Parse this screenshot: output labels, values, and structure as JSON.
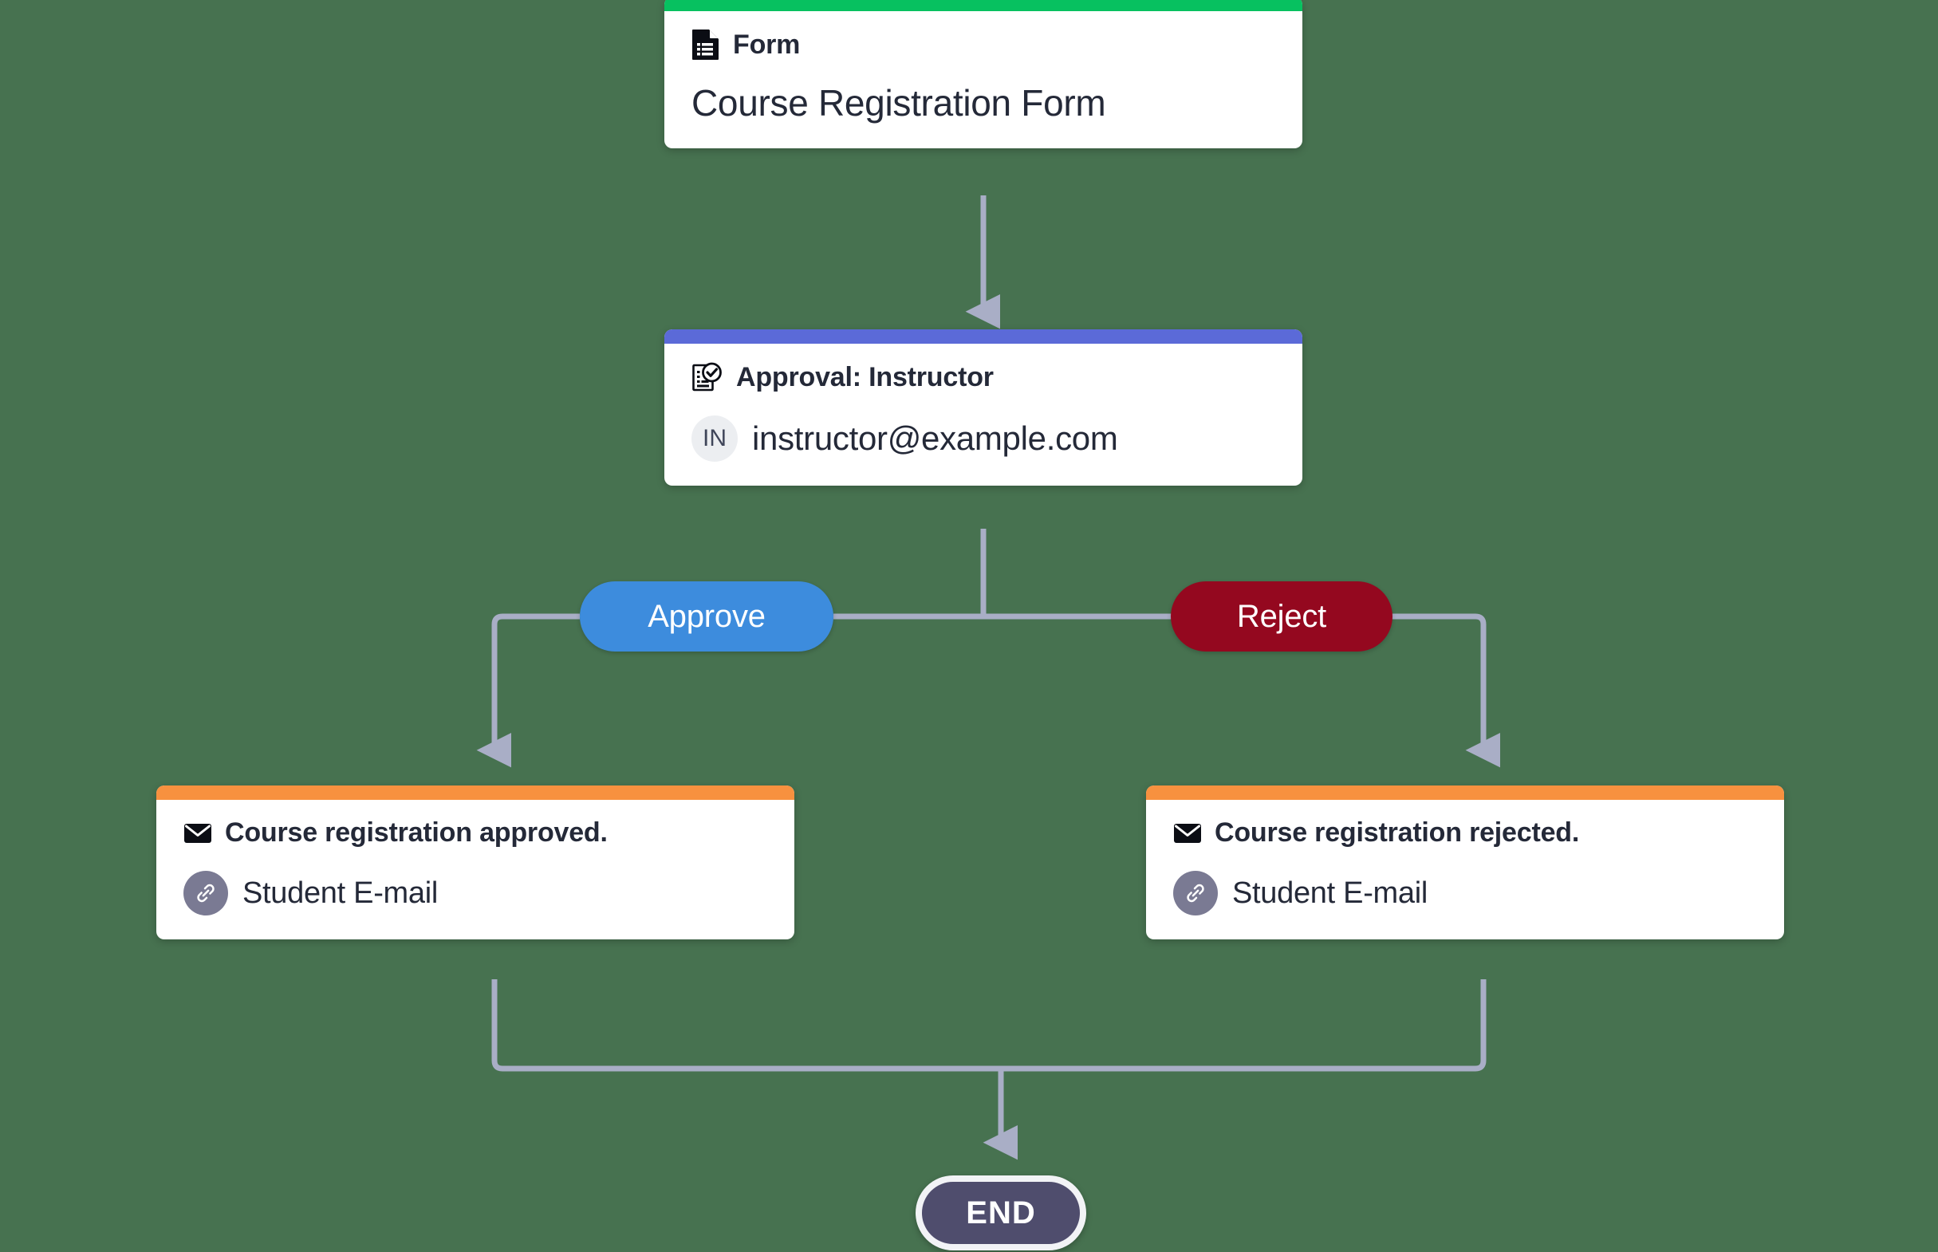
{
  "canvas": {
    "background_color": "#477250"
  },
  "nodes": [
    {
      "id": "form",
      "accent_color": "#07c160",
      "icon": "form-document-icon",
      "title": "Form",
      "subtitle": "Course Registration Form"
    },
    {
      "id": "approval",
      "accent_color": "#5b6ad8",
      "icon": "approval-check-document-icon",
      "title": "Approval: Instructor",
      "avatar_initials": "IN",
      "assignee": "instructor@example.com"
    },
    {
      "id": "approved",
      "accent_color": "#f7913f",
      "icon": "envelope-icon",
      "title": "Course registration approved.",
      "recipient_icon": "link-icon",
      "recipient": "Student E-mail"
    },
    {
      "id": "rejected",
      "accent_color": "#f7913f",
      "icon": "envelope-icon",
      "title": "Course registration rejected.",
      "recipient_icon": "link-icon",
      "recipient": "Student E-mail"
    }
  ],
  "branches": [
    {
      "id": "approve",
      "label": "Approve",
      "color": "#3d8cdd"
    },
    {
      "id": "reject",
      "label": "Reject",
      "color": "#94081f"
    }
  ],
  "end_node": {
    "label": "END",
    "color": "#4f4d6d"
  },
  "connectors": {
    "stroke_color": "#a9aec6"
  }
}
